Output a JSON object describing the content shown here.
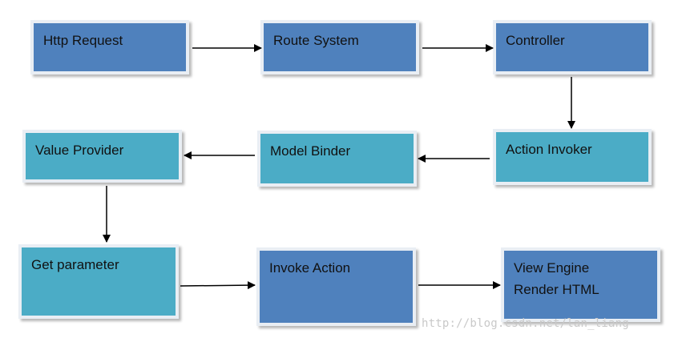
{
  "nodes": {
    "http_request": "Http Request",
    "route_system": "Route System",
    "controller": "Controller",
    "value_provider": "Value Provider",
    "model_binder": "Model Binder",
    "action_invoker": "Action Invoker",
    "get_parameter": "Get parameter",
    "invoke_action": "Invoke Action",
    "view_engine_line1": "View Engine",
    "view_engine_line2": "Render HTML"
  },
  "watermark": "http://blog.csdn.net/lan_liang",
  "colors": {
    "dark_box": "#4f81bd",
    "teal_box": "#4bacc6",
    "arrow": "#000000"
  }
}
